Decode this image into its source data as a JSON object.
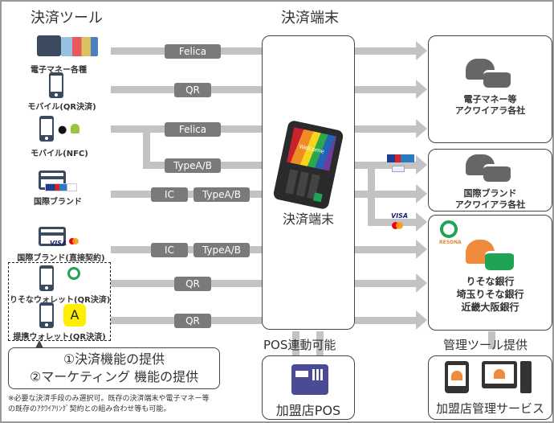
{
  "headings": {
    "tools": "決済ツール",
    "terminal": "決済端末",
    "pos_link": "POS連動可能",
    "mgmt_tool": "管理ツール提供"
  },
  "tools": [
    {
      "label": "電子マネー各種",
      "icon": "ic-card-icon"
    },
    {
      "label": "モバイル(QR決済)",
      "icon": "qr-phone-icon"
    },
    {
      "label": "モバイル(NFC)",
      "icon": "nfc-phone-icon"
    },
    {
      "label": "国際ブランド",
      "icon": "credit-card-icon"
    },
    {
      "label": "国際ブランド(直接契約)",
      "icon": "credit-card-icon"
    },
    {
      "label": "りそなウォレット(QR決済)",
      "icon": "qr-phone-icon"
    },
    {
      "label": "提携ウォレット(QR決済)",
      "icon": "qr-phone-icon"
    }
  ],
  "connections": [
    {
      "pills": [
        "Felica"
      ]
    },
    {
      "pills": [
        "QR"
      ]
    },
    {
      "pills": [
        "Felica",
        "TypeA/B"
      ]
    },
    {
      "pills": [
        "IC",
        "TypeA/B"
      ]
    },
    {
      "pills": [
        "IC",
        "TypeA/B"
      ]
    },
    {
      "pills": [
        "QR"
      ]
    },
    {
      "pills": [
        "QR"
      ]
    }
  ],
  "terminal": {
    "label": "決済端末",
    "screen_text": "Welcome"
  },
  "acquirers": [
    {
      "lines": [
        "電子マネー等",
        "アクワイアラ各社"
      ]
    },
    {
      "lines": [
        "国際ブランド",
        "アクワイアラ各社"
      ]
    },
    {
      "lines": [
        "りそな銀行",
        "埼玉りそな銀行",
        "近畿大阪銀行"
      ],
      "logo_text": "RESONA"
    }
  ],
  "wallet_a_letter": "A",
  "brand_marks": {
    "visa": "VISA"
  },
  "callout": {
    "line1": "①決済機能の提供",
    "line2": "②マーケティング 機能の提供"
  },
  "footnote": {
    "line1": "※必要な決済手段のみ選択可。既存の決済端末や電子マネー等",
    "line2": "の既存のｱｸﾜｲｱﾘﾝｸﾞ契約との組み合わせ等も可能。"
  },
  "pos": {
    "label": "加盟店POS"
  },
  "mgmt": {
    "label": "加盟店管理サービス"
  },
  "colors": {
    "bar": "#c3c3c3",
    "pill": "#7a7a7a",
    "icon_navy": "#3b4a5e",
    "orange": "#f08a3c",
    "green": "#1fa456",
    "pos_purple": "#4b4a94",
    "wallet_yellow": "#ffee00"
  }
}
